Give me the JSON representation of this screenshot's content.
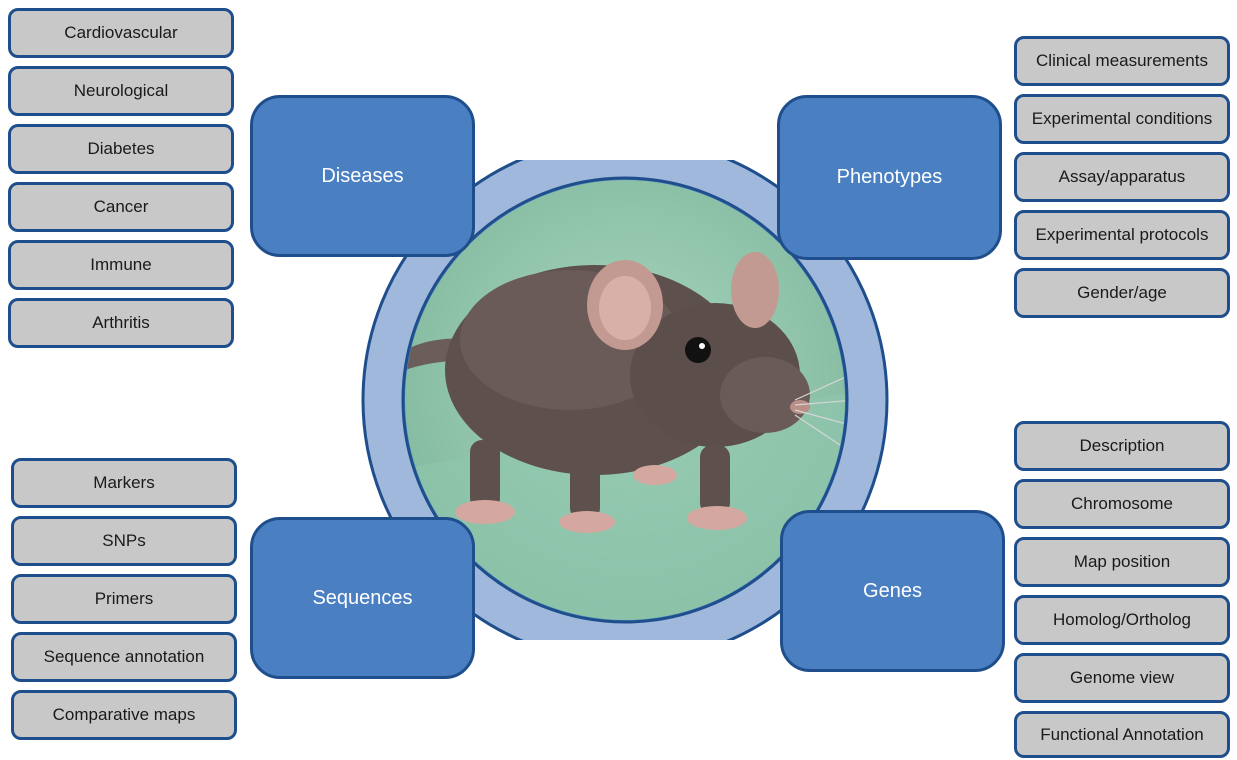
{
  "colors": {
    "pill_fill": "#c8c8c8",
    "pill_border": "#1f4e8c",
    "hub_fill": "#4a7fc1",
    "ring_outer": "#9fb8dc",
    "ring_border": "#1f4e8c"
  },
  "center_image": "rat-photo",
  "hubs": {
    "diseases": "Diseases",
    "phenotypes": "Phenotypes",
    "sequences": "Sequences",
    "genes": "Genes"
  },
  "diseases_items": [
    "Cardiovascular",
    "Neurological",
    "Diabetes",
    "Cancer",
    "Immune",
    "Arthritis"
  ],
  "phenotypes_items": [
    "Clinical measurements",
    "Experimental conditions",
    "Assay/apparatus",
    "Experimental protocols",
    "Gender/age"
  ],
  "sequences_items": [
    "Markers",
    "SNPs",
    "Primers",
    "Sequence annotation",
    "Comparative maps"
  ],
  "genes_items": [
    "Description",
    "Chromosome",
    "Map position",
    "Homolog/Ortholog",
    "Genome view",
    "Functional Annotation"
  ]
}
